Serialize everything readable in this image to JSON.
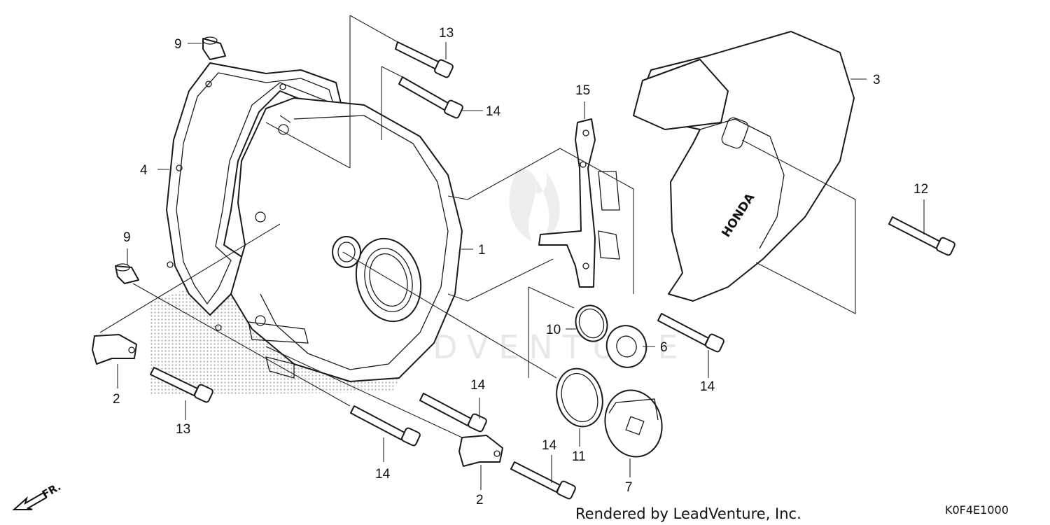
{
  "callouts": {
    "c1": "1",
    "c2a": "2",
    "c2b": "2",
    "c3": "3",
    "c4": "4",
    "c6": "6",
    "c7": "7",
    "c9a": "9",
    "c9b": "9",
    "c10": "10",
    "c11": "11",
    "c12": "12",
    "c13a": "13",
    "c13b": "13",
    "c14a": "14",
    "c14b": "14",
    "c14c": "14",
    "c14d": "14",
    "c14e": "14",
    "c15": "15"
  },
  "front_arrow": "FR.",
  "cover_brand": "HONDA",
  "watermark": "LEADVENTURE",
  "credit": "Rendered by LeadVenture, Inc.",
  "diagram_code": "K0F4E1000"
}
